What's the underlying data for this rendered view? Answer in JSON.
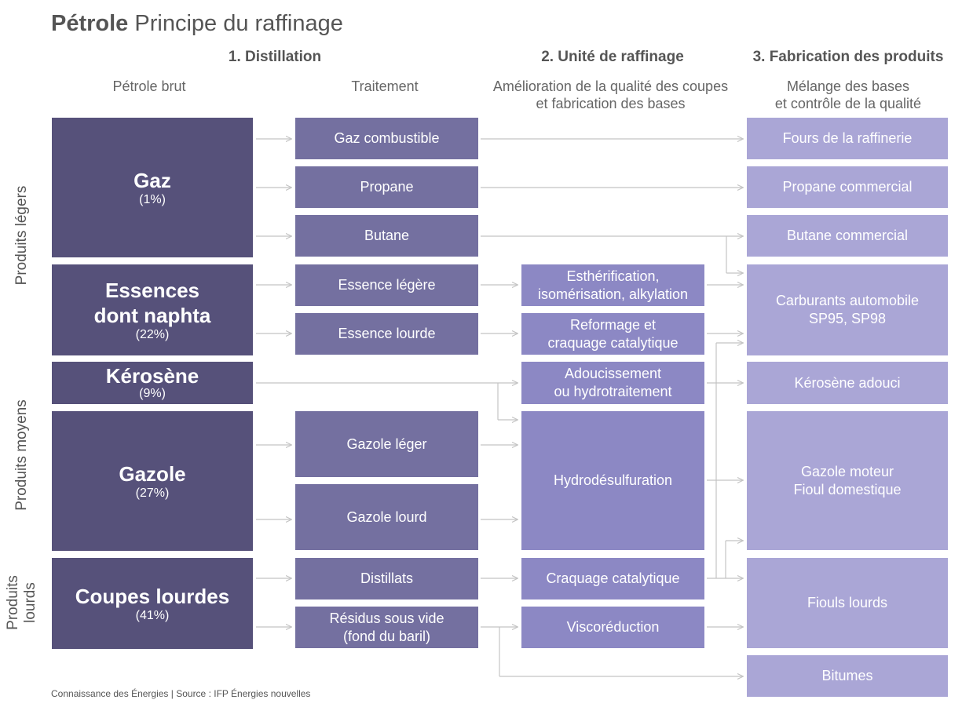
{
  "title": {
    "bold": "Pétrole",
    "rest": " Principe du raffinage"
  },
  "sections": {
    "distillation": "1. Distillation",
    "raffinage": "2. Unité de raffinage",
    "fabrication": "3. Fabrication des produits"
  },
  "subheaders": {
    "brut": "Pétrole brut",
    "traitement": "Traitement",
    "amelioration_1": "Amélioration de la qualité des coupes",
    "amelioration_2": "et fabrication des bases",
    "melange_1": "Mélange des bases",
    "melange_2": "et contrôle de la qualité"
  },
  "categories": {
    "legers": "Produits légers",
    "moyens": "Produits moyens",
    "lourds_1": "Produits",
    "lourds_2": "lourds"
  },
  "crude": {
    "gaz": {
      "name": "Gaz",
      "pct": "(1%)"
    },
    "essences": {
      "name1": "Essences",
      "name2": "dont naphta",
      "pct": "(22%)"
    },
    "kerosene": {
      "name": "Kérosène",
      "pct": "(9%)"
    },
    "gazole": {
      "name": "Gazole",
      "pct": "(27%)"
    },
    "lourdes": {
      "name": "Coupes lourdes",
      "pct": "(41%)"
    }
  },
  "treatment": {
    "gaz_combustible": "Gaz combustible",
    "propane": "Propane",
    "butane": "Butane",
    "essence_legere": "Essence légère",
    "essence_lourde": "Essence lourde",
    "gazole_leger": "Gazole léger",
    "gazole_lourd": "Gazole lourd",
    "distillats": "Distillats",
    "residus_1": "Résidus sous vide",
    "residus_2": "(fond du baril)"
  },
  "units": {
    "esther_1": "Esthérification,",
    "esther_2": "isomérisation, alkylation",
    "reformage_1": "Reformage et",
    "reformage_2": "craquage catalytique",
    "adouc_1": "Adoucissement",
    "adouc_2": "ou hydrotraitement",
    "hydrodesulf": "Hydrodésulfuration",
    "craquage": "Craquage catalytique",
    "visco": "Viscoréduction"
  },
  "products": {
    "fours": "Fours de la raffinerie",
    "propane": "Propane commercial",
    "butane": "Butane commercial",
    "carburants_1": "Carburants automobile",
    "carburants_2": "SP95, SP98",
    "kerosene": "Kérosène adouci",
    "gazole_1": "Gazole moteur",
    "gazole_2": "Fioul domestique",
    "fiouls": "Fiouls lourds",
    "bitumes": "Bitumes"
  },
  "footer": "Connaissance des Énergies | Source : IFP Énergies nouvelles",
  "colors": {
    "crude": "#56517a",
    "treatment": "#7470a0",
    "unit": "#8c88c4",
    "product": "#aaa6d6",
    "arrow": "#c4c4c4"
  }
}
